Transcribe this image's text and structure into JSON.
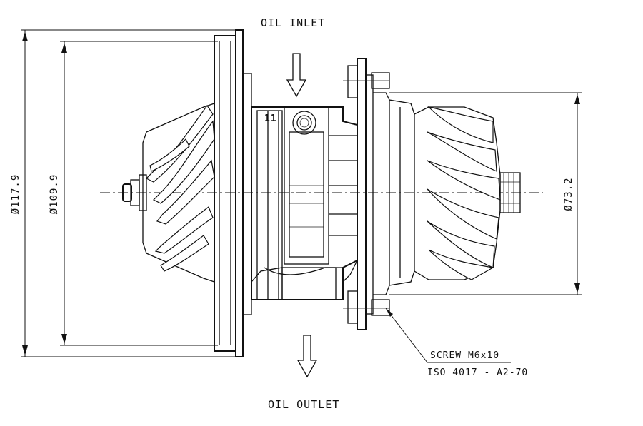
{
  "labels": {
    "oil_inlet": "OIL INLET",
    "oil_outlet": "OIL OUTLET",
    "screw_line1": "SCREW M6x10",
    "screw_line2": "ISO 4017 - A2-70",
    "part_number": "11"
  },
  "dimensions": {
    "outer_diameter": "Ø117.9",
    "inner_diameter": "Ø109.9",
    "turbine_diameter": "Ø73.2"
  }
}
